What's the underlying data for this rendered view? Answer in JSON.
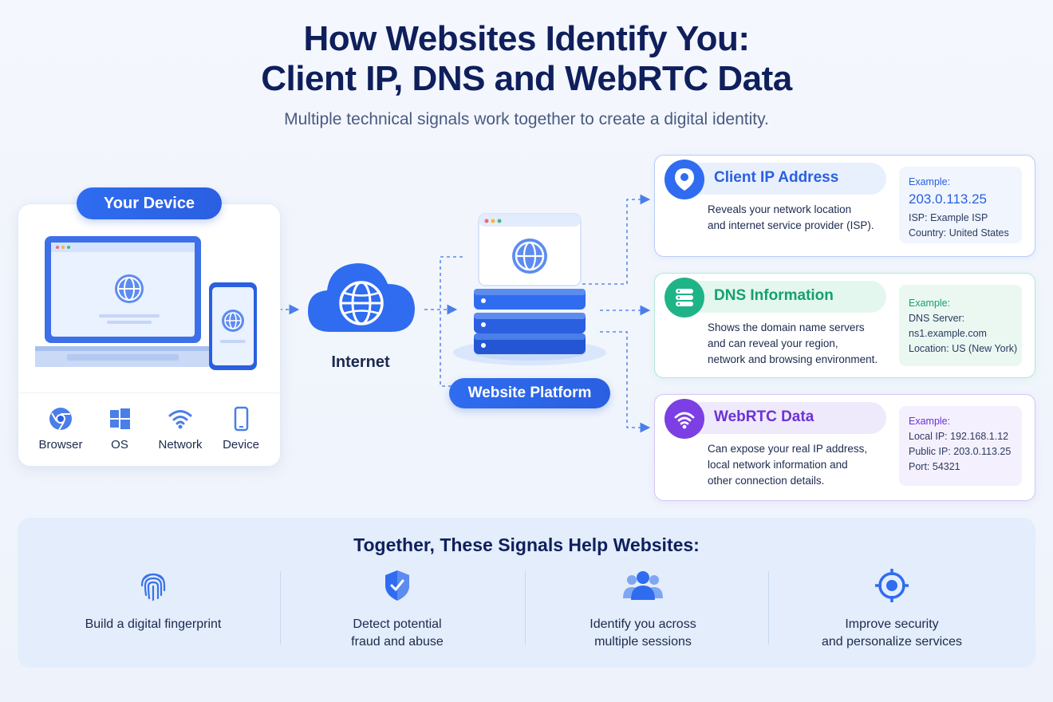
{
  "title": {
    "line1": "How Websites Identify You:",
    "line2": "Client IP, DNS and WebRTC Data"
  },
  "subtitle": "Multiple technical signals work together to create a digital identity.",
  "device": {
    "pill": "Your Device",
    "items": [
      {
        "label": "Browser",
        "icon": "browser-icon"
      },
      {
        "label": "OS",
        "icon": "os-windows-icon"
      },
      {
        "label": "Network",
        "icon": "wifi-icon"
      },
      {
        "label": "Device",
        "icon": "smartphone-icon"
      }
    ]
  },
  "internet": {
    "label": "Internet",
    "icon": "cloud-globe-icon"
  },
  "platform": {
    "label": "Website Platform",
    "icon": "server-stack-icon"
  },
  "cards": {
    "ip": {
      "title": "Client IP Address",
      "icon": "location-pin-icon",
      "desc": [
        "Reveals your network location",
        "and internet service provider (ISP)."
      ],
      "example_label": "Example:",
      "example_value": "203.0.113.25",
      "example_lines": [
        "ISP: Example ISP",
        "Country: United States"
      ],
      "color": "#2f6cf0"
    },
    "dns": {
      "title": "DNS Information",
      "icon": "database-icon",
      "desc": [
        "Shows the domain name servers",
        "and can reveal your region,",
        "network and browsing environment."
      ],
      "example_label": "Example:",
      "example_lines": [
        "DNS Server:",
        "ns1.example.com",
        "Location: US (New York)"
      ],
      "color": "#1fb487"
    },
    "rtc": {
      "title": "WebRTC Data",
      "icon": "webrtc-signal-icon",
      "desc": [
        "Can expose your real IP address,",
        "local network information and",
        "other connection details."
      ],
      "example_label": "Example:",
      "example_lines": [
        "Local IP: 192.168.1.12",
        "Public IP: 203.0.113.25",
        "Port: 54321"
      ],
      "color": "#7b3fe4"
    }
  },
  "bottom": {
    "title": "Together, These Signals Help Websites:",
    "benefits": [
      {
        "lines": [
          "Build a digital fingerprint"
        ],
        "icon": "fingerprint-icon"
      },
      {
        "lines": [
          "Detect potential",
          "fraud and abuse"
        ],
        "icon": "shield-icon"
      },
      {
        "lines": [
          "Identify you across",
          "multiple sessions"
        ],
        "icon": "users-icon"
      },
      {
        "lines": [
          "Improve security",
          "and personalize services"
        ],
        "icon": "target-icon"
      }
    ]
  }
}
